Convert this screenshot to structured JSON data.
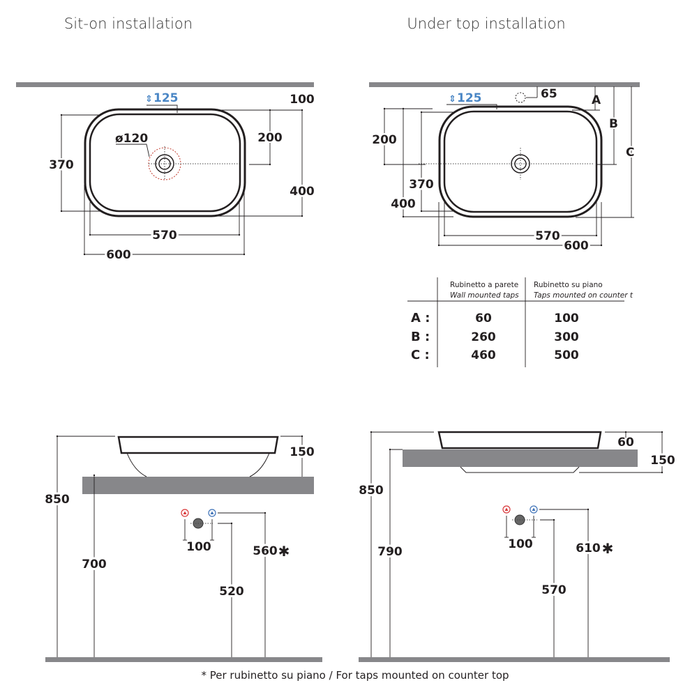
{
  "titles": {
    "sit_on": "Sit-on installation",
    "under_top": "Under top installation"
  },
  "sit_on_plan": {
    "tap_hole": "125",
    "drain": "ø120",
    "wall_dist": "100",
    "center_to_wall": "200",
    "depth_inner": "370",
    "depth_outer": "400",
    "width_inner": "570",
    "width_outer": "600"
  },
  "under_top_plan": {
    "tap_hole": "125",
    "tap_wall": "65",
    "label_a": "A",
    "label_b": "B",
    "label_c": "C",
    "center_to_wall": "200",
    "depth_inner": "370",
    "depth_outer": "400",
    "width_inner": "570",
    "width_outer": "600"
  },
  "table": {
    "col1_it": "Rubinetto a parete",
    "col1_en": "Wall mounted taps",
    "col2_it": "Rubinetto su piano",
    "col2_en": "Taps mounted on counter t",
    "rows": [
      {
        "label": "A :",
        "wall": "60",
        "counter": "100"
      },
      {
        "label": "B :",
        "wall": "260",
        "counter": "300"
      },
      {
        "label": "C :",
        "wall": "460",
        "counter": "500"
      }
    ]
  },
  "sit_on_elev": {
    "height_total": "850",
    "basin_height": "150",
    "counter_height": "700",
    "tap_spacing": "100",
    "drain_height": "520",
    "tap_height": "560",
    "asterisk": "✱"
  },
  "under_top_elev": {
    "height_total": "850",
    "rim": "60",
    "basin_height": "150",
    "counter_height": "790",
    "tap_spacing": "100",
    "drain_height": "570",
    "tap_height": "610",
    "asterisk": "✱"
  },
  "footnote": "* Per rubinetto su piano / For taps mounted on counter top",
  "colors": {
    "hot": "#d9383a",
    "cold": "#3f73b8",
    "counter": "#87878a",
    "accent": "#4a86c5"
  }
}
